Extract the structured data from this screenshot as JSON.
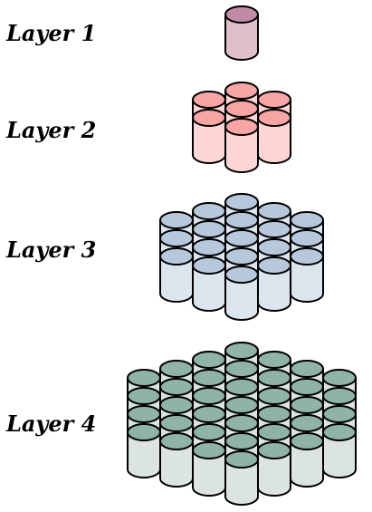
{
  "layers": [
    {
      "label": "Layer 1",
      "side_color": "#dfbfcb",
      "top_color": "#c28ba5",
      "rows": [
        [
          0
        ]
      ]
    },
    {
      "label": "Layer 2",
      "side_color": "#ffd6d6",
      "top_color": "#f7a5a5",
      "rows": [
        [
          0
        ],
        [
          -1,
          1
        ],
        [
          0
        ],
        [
          -1,
          1
        ],
        [
          0
        ]
      ]
    },
    {
      "label": "Layer 3",
      "side_color": "#dce4ee",
      "top_color": "#b8c8dc",
      "rows": [
        [
          0
        ],
        [
          -1,
          1
        ],
        [
          -2,
          0,
          2
        ],
        [
          -1,
          1
        ],
        [
          -2,
          0,
          2
        ],
        [
          -1,
          1
        ],
        [
          -2,
          0,
          2
        ],
        [
          -1,
          1
        ],
        [
          0
        ]
      ]
    },
    {
      "label": "Layer 4",
      "side_color": "#dce4e1",
      "top_color": "#8fb3a6",
      "rows": [
        [
          0
        ],
        [
          -1,
          1
        ],
        [
          -2,
          0,
          2
        ],
        [
          -3,
          -1,
          1,
          3
        ],
        [
          -2,
          0,
          2
        ],
        [
          -3,
          -1,
          1,
          3
        ],
        [
          -2,
          0,
          2
        ],
        [
          -3,
          -1,
          1,
          3
        ],
        [
          -2,
          0,
          2
        ],
        [
          -3,
          -1,
          1,
          3
        ],
        [
          -2,
          0,
          2
        ],
        [
          -1,
          1
        ],
        [
          0
        ]
      ]
    }
  ]
}
